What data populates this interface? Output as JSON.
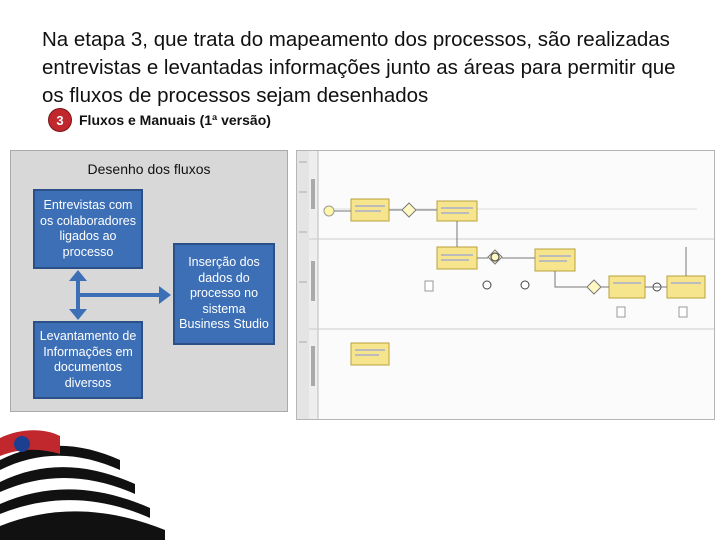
{
  "slide": {
    "headline": "Na etapa 3, que trata do mapeamento dos processos, são realizadas entrevistas e levantadas informações junto as áreas para permitir que os fluxos de processos sejam desenhados",
    "step_number": "3",
    "step_label": "Fluxos e Manuais (1ª versão)"
  },
  "panel": {
    "title": "Desenho dos fluxos",
    "box_interviews": "Entrevistas com os colaboradores ligados ao processo",
    "box_survey": "Levantamento de Informações em documentos diversos",
    "box_insertion": "Inserção dos dados do processo no sistema Business Studio"
  },
  "colors": {
    "box_fill": "#3c6fb6",
    "arrow": "#3c6fb6",
    "badge": "#c0282d",
    "bpmn_task": "#f6e58d"
  },
  "icons": [
    "step-badge-icon",
    "double-arrow-icon",
    "right-arrow-icon",
    "flag-stripes-art"
  ]
}
